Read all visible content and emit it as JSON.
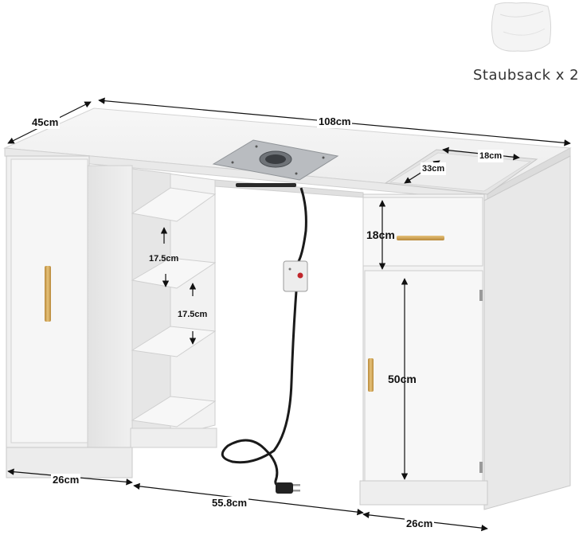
{
  "accessory": {
    "caption": "Staubsack x 2",
    "icon": "dust-bag-icon"
  },
  "dimensions": {
    "depth": "45cm",
    "width": "108cm",
    "shelf_gap_upper": "17.5cm",
    "shelf_gap_lower": "17.5cm",
    "tray_width": "18cm",
    "tray_length": "33cm",
    "drawer_height": "18cm",
    "cabinet_height": "50cm",
    "left_cabinet_width": "26cm",
    "leg_space_width": "55.8cm",
    "right_cabinet_width": "26cm"
  },
  "colors": {
    "body": "#f2f2f2",
    "edge": "#c9c9c9",
    "handle_gold": "#d4aa55",
    "cord": "#1a1a1a",
    "vent_plate": "#b9bcc0"
  }
}
